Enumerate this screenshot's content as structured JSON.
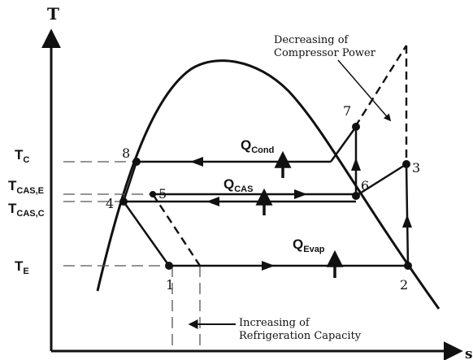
{
  "axes": {
    "y_label": "T",
    "x_label": "s"
  },
  "temperature_levels": [
    {
      "id": "tc",
      "main": "T",
      "sub": "C"
    },
    {
      "id": "tcas-e",
      "main": "T",
      "sub": "CAS,E"
    },
    {
      "id": "tcas-c",
      "main": "T",
      "sub": "CAS,C"
    },
    {
      "id": "te",
      "main": "T",
      "sub": "E"
    }
  ],
  "heat_labels": [
    {
      "id": "q-cond",
      "main": "Q",
      "sub": "Cond"
    },
    {
      "id": "q-cas",
      "main": "Q",
      "sub": "CAS"
    },
    {
      "id": "q-evap",
      "main": "Q",
      "sub": "Evap"
    }
  ],
  "state_points": [
    "1",
    "2",
    "3",
    "4",
    "5",
    "6",
    "7",
    "8"
  ],
  "annotations": {
    "compressor_line1": "Decreasing of",
    "compressor_line2": "Compressor Power",
    "capacity_line1": "Increasing of",
    "capacity_line2": "Refrigeration Capacity"
  },
  "colors": {
    "ink": "#111111",
    "dash": "#555555",
    "background": "#ffffff"
  }
}
